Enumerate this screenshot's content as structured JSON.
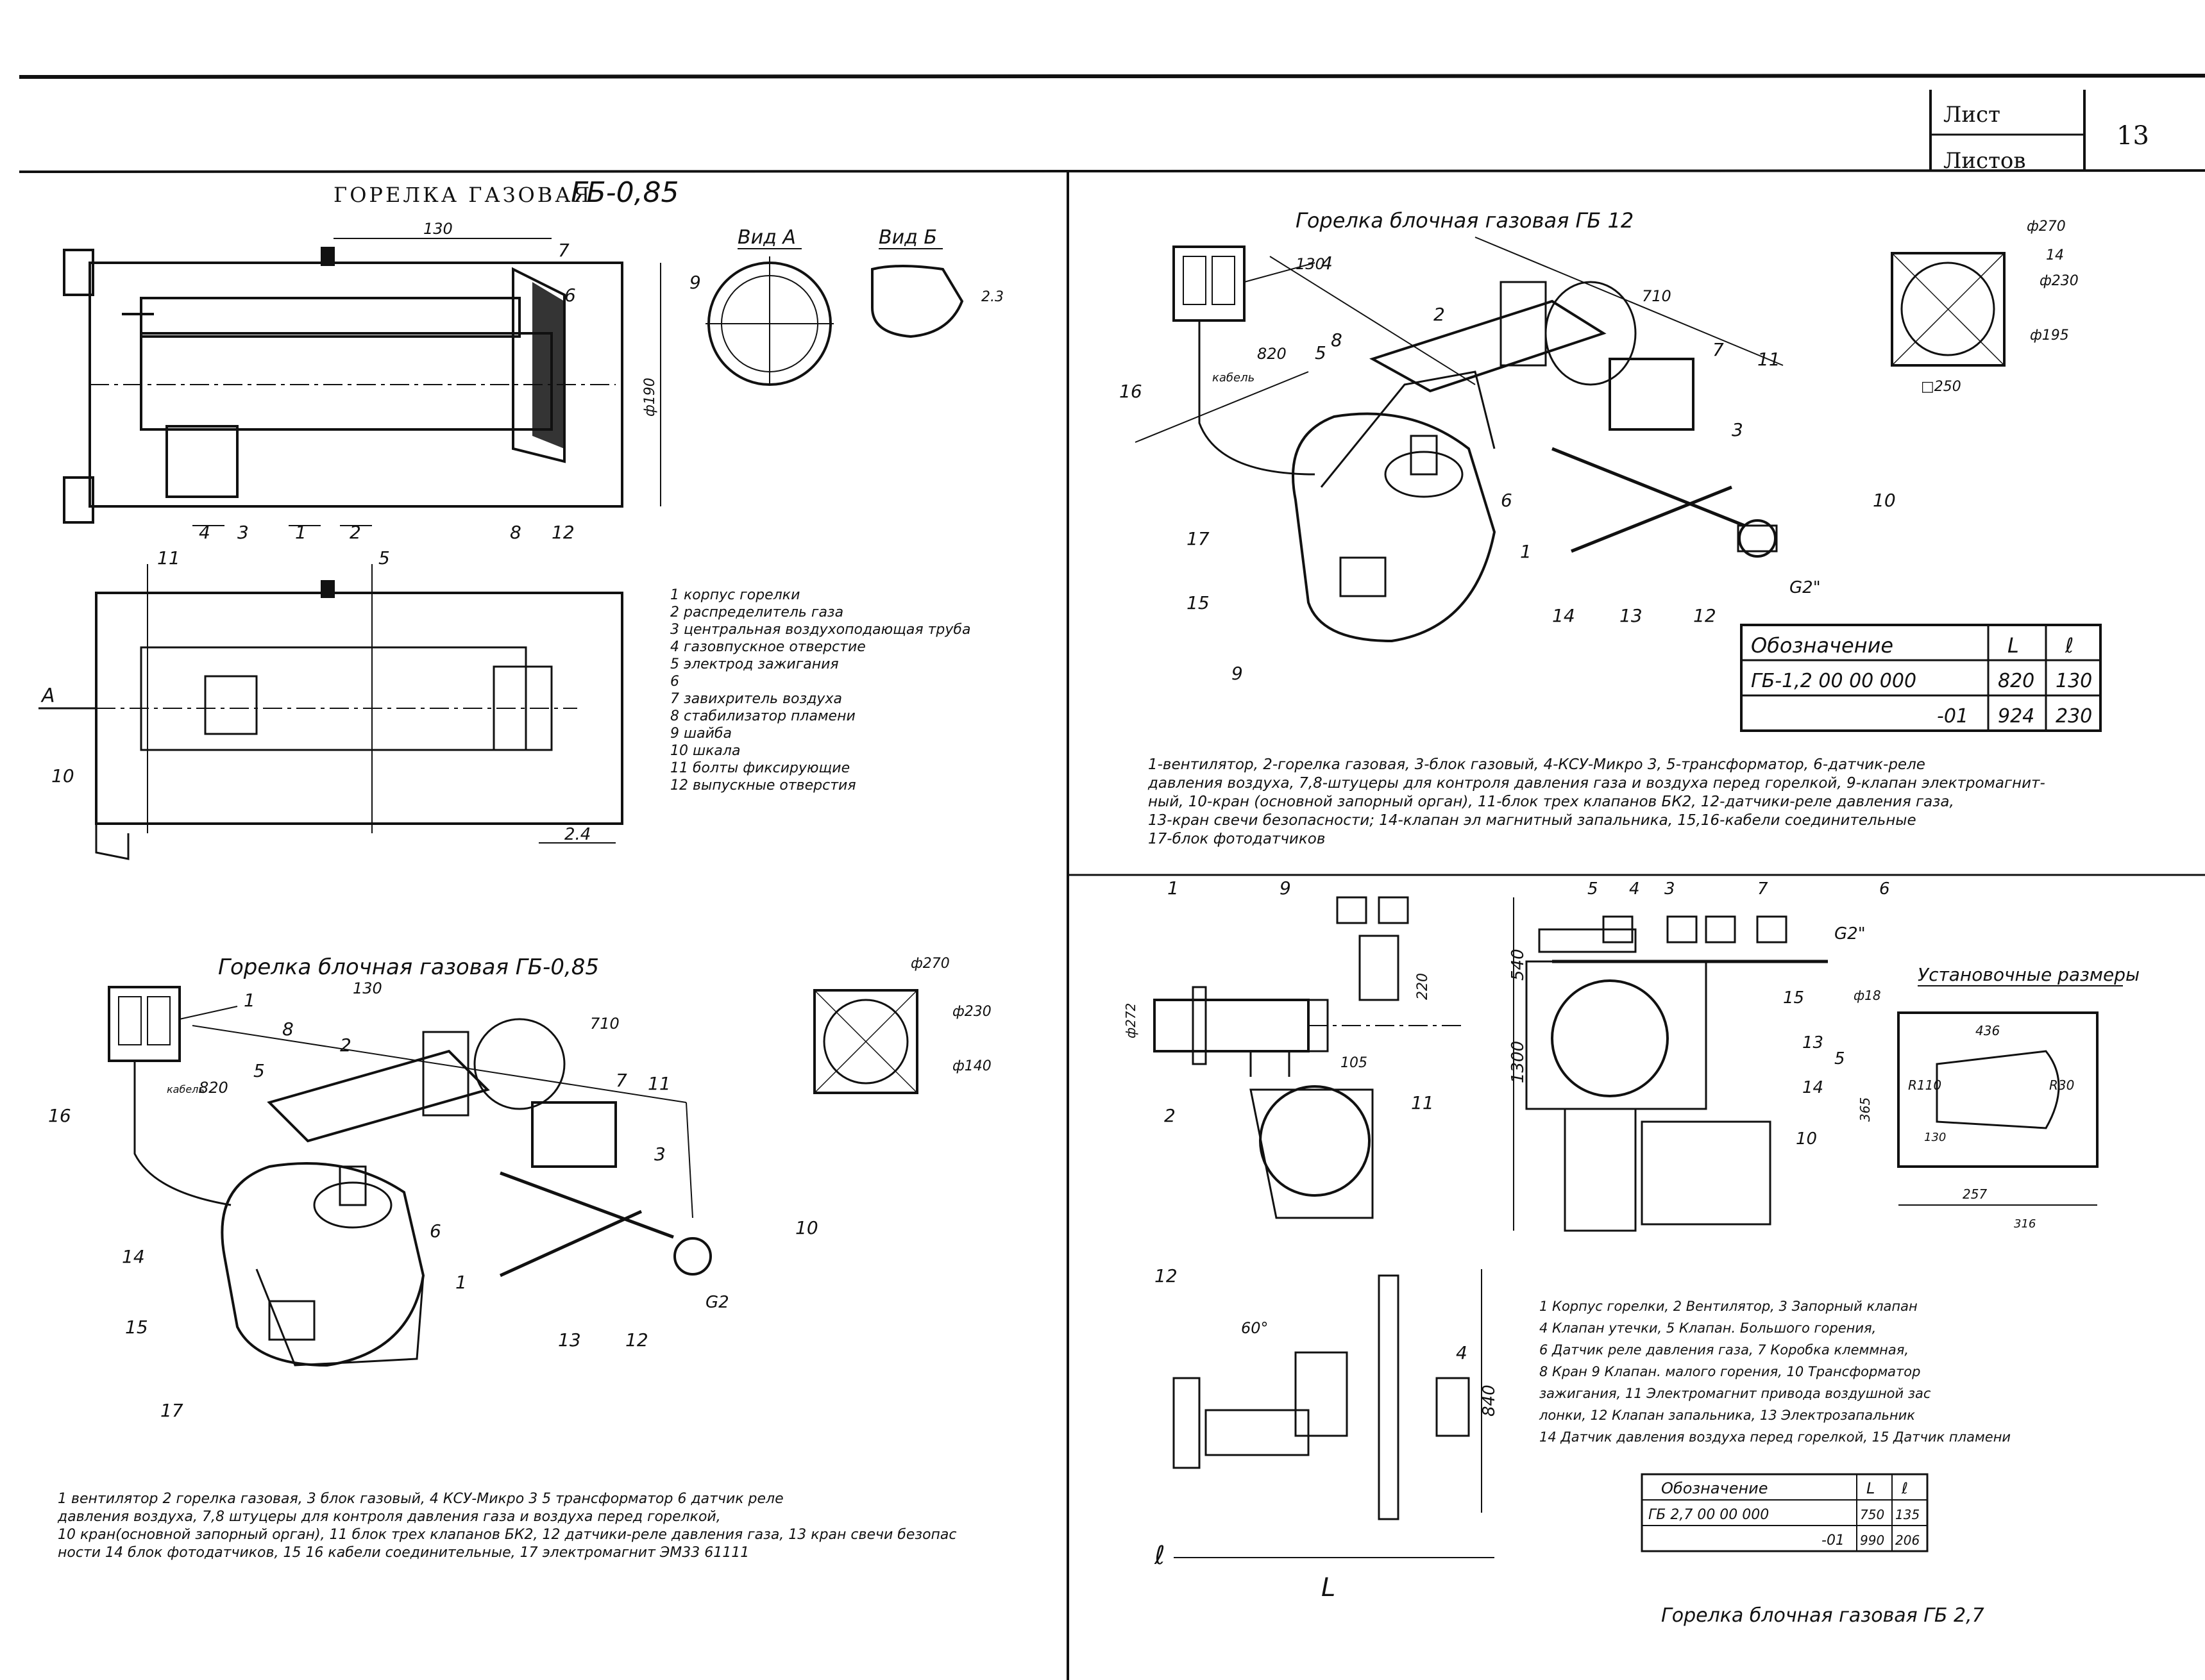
{
  "sheet": {
    "list_label": "Лист",
    "sheets_label": "Листов",
    "sheet_number": "13"
  },
  "gb085": {
    "title_left": "ГОРЕЛКА ГАЗОВАЯ",
    "title_right": "ГБ-0,85",
    "dim_130": "130",
    "dim_dia": "ф190",
    "dim_24": "2.4",
    "view_a": "Вид А",
    "view_b": "Вид Б",
    "view_b_dim": "2.3",
    "label_a": "А",
    "callouts": [
      "1",
      "2",
      "3",
      "4",
      "5",
      "6",
      "7",
      "8",
      "9",
      "10",
      "11",
      "12"
    ],
    "legend": [
      "1  корпус горелки",
      "2  распределитель газа",
      "3  центральная воздухоподающая труба",
      "4  газовпускное отверстие",
      "5  электрод зажигания",
      "6",
      "7  завихритель воздуха",
      "8  стабилизатор пламени",
      "9  шайба",
      "10  шкала",
      "11  болты фиксирующие",
      "12  выпускные отверстия"
    ]
  },
  "gb12": {
    "title": "Горелка блочная газовая ГБ 12",
    "dims": [
      "130",
      "820",
      "710",
      "ф270",
      "14",
      "ф230",
      "ф195",
      "□250",
      "G2\""
    ],
    "cable_label": "кабель",
    "table": {
      "headers": [
        "Обозначение",
        "L",
        "ℓ"
      ],
      "rows": [
        [
          "ГБ-1,2 00 00 000",
          "820",
          "130"
        ],
        [
          "-01",
          "924",
          "230"
        ]
      ]
    },
    "legend": [
      "1-вентилятор, 2-горелка газовая, 3-блок газовый, 4-КСУ-Микро 3, 5-трансформатор, 6-датчик-реле",
      "давления воздуха, 7,8-штуцеры для контроля давления газа и воздуха перед горелкой, 9-клапан электромагнит-",
      "ный, 10-кран (основной запорный орган), 11-блок трех клапанов БК2, 12-датчики-реле давления газа,",
      "13-кран свечи безопасности; 14-клапан эл магнитный запальника, 15,16-кабели соединительные",
      "17-блок фотодатчиков"
    ]
  },
  "gb085_block": {
    "title": "Горелка блочная газовая ГБ-0,85",
    "dims": [
      "130",
      "820",
      "710",
      "ф270",
      "ф230",
      "ф140",
      "G2"
    ],
    "cable_label": "кабель",
    "legend": [
      "1 вентилятор 2 горелка газовая, 3 блок газовый, 4 КСУ-Микро 3        5 трансформатор 6 датчик реле",
      "давления воздуха, 7,8 штуцеры для контроля давления газа и воздуха перед горелкой,",
      "10 кран(основной запорный орган), 11 блок трех клапанов БК2, 12 датчики-реле давления газа, 13 кран свечи безопас",
      "ности 14 блок фотодатчиков, 15 16 кабели соединительные, 17 электромагнит ЭМ33 61111"
    ]
  },
  "gb27": {
    "title": "Горелка блочная газовая ГБ 2,7",
    "dims": [
      "ф272",
      "220",
      "105",
      "540",
      "1300",
      "840",
      "60°",
      "G2\""
    ],
    "install_title": "Установочные размеры",
    "install_dims": [
      "ф18",
      "436",
      "R110",
      "R30",
      "365",
      "130",
      "257",
      "316"
    ],
    "label_l": "L",
    "label_lsmall": "ℓ",
    "table": {
      "headers": [
        "Обозначение",
        "L",
        "ℓ"
      ],
      "rows": [
        [
          "ГБ 2,7 00 00 000",
          "750",
          "135"
        ],
        [
          "-01",
          "990",
          "206"
        ]
      ]
    },
    "legend": [
      "1 Корпус горелки, 2 Вентилятор, 3 Запорный клапан",
      "4 Клапан утечки, 5 Клапан. Большого горения,",
      "6 Датчик реле давления газа, 7 Коробка клеммная,",
      "8 Кран 9 Клапан. малого горения, 10 Трансформатор",
      "зажигания, 11 Электромагнит привода воздушной зас",
      "лонки, 12 Клапан запальника, 13 Электрозапальник",
      "14 Датчик давления воздуха перед горелкой, 15 Датчик пламени"
    ]
  }
}
